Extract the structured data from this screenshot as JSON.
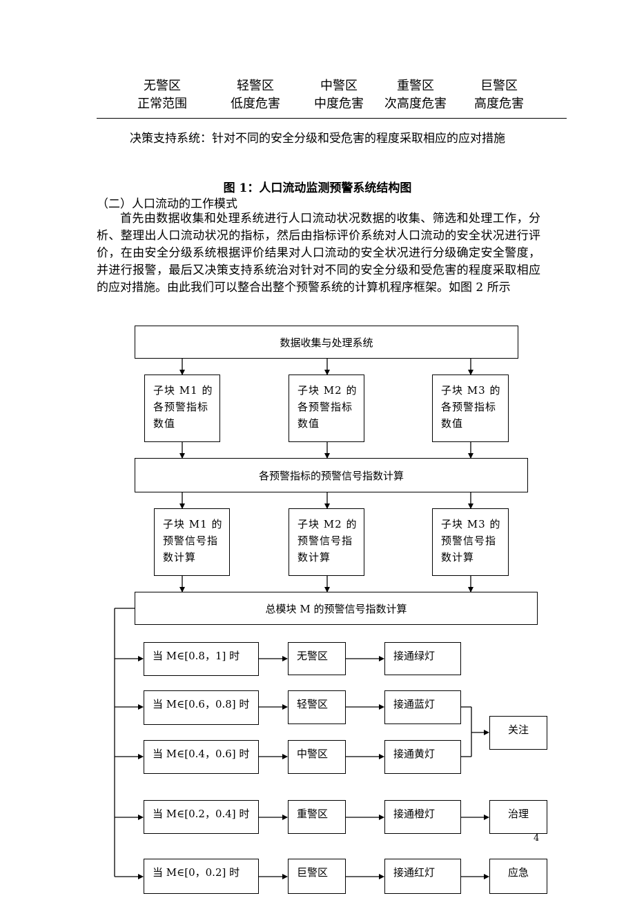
{
  "levels": [
    {
      "zone": "无警区",
      "range": "正常范围"
    },
    {
      "zone": "轻警区",
      "range": "低度危害"
    },
    {
      "zone": "中警区",
      "range": "中度危害"
    },
    {
      "zone": "重警区",
      "range": "次高度危害"
    },
    {
      "zone": "巨警区",
      "range": "高度危害"
    }
  ],
  "decision_line": "决策支持系统：针对不同的安全分级和受危害的程度采取相应的应对措施",
  "figure_title": "图 1：人口流动监测预警系统结构图",
  "section_heading": "（二）人口流动的工作模式",
  "paragraph": "首先由数据收集和处理系统进行人口流动状况数据的收集、筛选和处理工作，分析、整理出人口流动状况的指标，然后由指标评价系统对人口流动的安全状况进行评价，在由安全分级系统根据评价结果对人口流动的安全状况进行分级确定安全警度，并进行报警，最后又决策支持系统治对针对不同的安全分级和受危害的程度采取相应的应对措施。由此我们可以整合出整个预警系统的计算机程序框架。如图 2 所示",
  "flow": {
    "top": "数据收集与处理系统",
    "indicators": [
      "子块 M1 的各预警指标数值",
      "子块 M2 的各预警指标数值",
      "子块 M3 的各预警指标数值"
    ],
    "calc": "各预警指标的预警信号指数计算",
    "signals": [
      "子块 M1 的预警信号指数计算",
      "子块 M2 的预警信号指数计算",
      "子块 M3 的预警信号指数计算"
    ],
    "total": "总模块 M 的预警信号指数计算",
    "branches": [
      {
        "cond": "当 M∈[0.8，1]  时",
        "zone": "无警区",
        "light": "接通绿灯"
      },
      {
        "cond": "当 M∈[0.6，0.8]  时",
        "zone": "轻警区",
        "light": "接通蓝灯"
      },
      {
        "cond": "当 M∈[0.4，0.6]  时",
        "zone": "中警区",
        "light": "接通黄灯"
      },
      {
        "cond": "当 M∈[0.2，0.4]  时",
        "zone": "重警区",
        "light": "接通橙灯"
      },
      {
        "cond": "当 M∈[0，0.2]  时",
        "zone": "巨警区",
        "light": "接通红灯"
      }
    ],
    "actions": [
      "关注",
      "治理",
      "应急"
    ]
  },
  "page_number": "4"
}
